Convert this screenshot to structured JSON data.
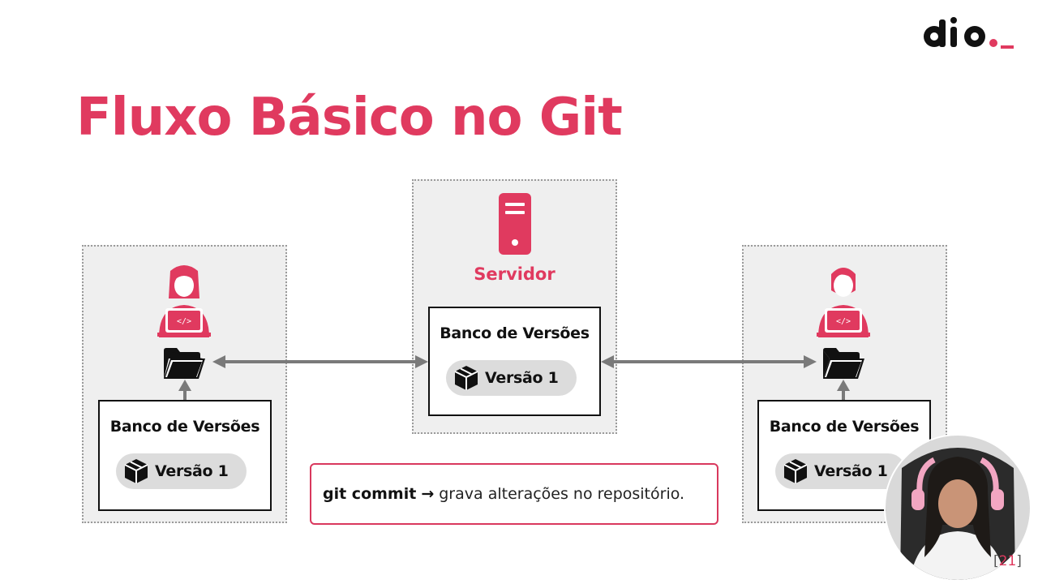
{
  "logo": {
    "text": "dio._",
    "accent_color": "#e03a5f"
  },
  "title": "Fluxo Básico no Git",
  "server": {
    "label": "Servidor",
    "repo": {
      "title": "Banco de Versões",
      "version": "Versão 1"
    },
    "icon": "server-icon"
  },
  "left_client": {
    "icon": "developer-icon",
    "folder_icon": "folder-icon",
    "repo": {
      "title": "Banco de Versões",
      "version": "Versão 1"
    }
  },
  "right_client": {
    "icon": "developer-icon",
    "folder_icon": "folder-icon",
    "repo": {
      "title": "Banco de Versões",
      "version": "Versão 1"
    }
  },
  "note": {
    "command": "git commit",
    "arrow": "→",
    "description": "grava alterações no repositório."
  },
  "page": {
    "open": "[",
    "number": "21",
    "close": "]"
  },
  "colors": {
    "accent": "#e03a5f",
    "panel_bg": "#efefef",
    "arrow": "#7a7a7a",
    "pill": "#dcdcdc"
  }
}
